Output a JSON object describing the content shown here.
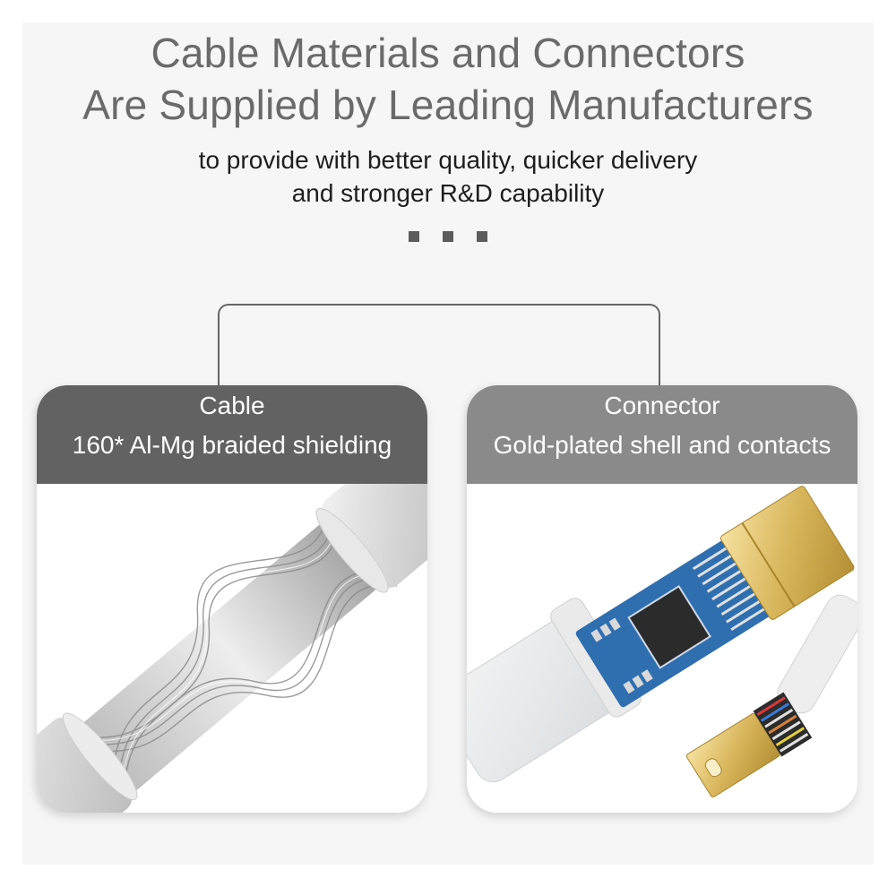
{
  "header": {
    "title_line1": "Cable Materials and Connectors",
    "title_line2": "Are Supplied by Leading Manufacturers",
    "subtitle_line1": "to provide with better quality, quicker delivery",
    "subtitle_line2": "and stronger R&D capability"
  },
  "colors": {
    "background": "#ffffff",
    "panel": "#f6f6f6",
    "headline": "#6a6a6a",
    "cable_header": "#626262",
    "connector_header": "#8a8a8a",
    "pcb_blue": "#2f6fb0",
    "gold": "#d8b55a"
  },
  "cards": [
    {
      "id": "cable",
      "title": "Cable",
      "subtitle": "160* Al-Mg braided shielding",
      "photo": "braided-shield-cable-photo"
    },
    {
      "id": "connector",
      "title": "Connector",
      "subtitle": "Gold-plated shell and contacts",
      "photo": "gold-plated-hdmi-connector-pcb-photo"
    }
  ]
}
